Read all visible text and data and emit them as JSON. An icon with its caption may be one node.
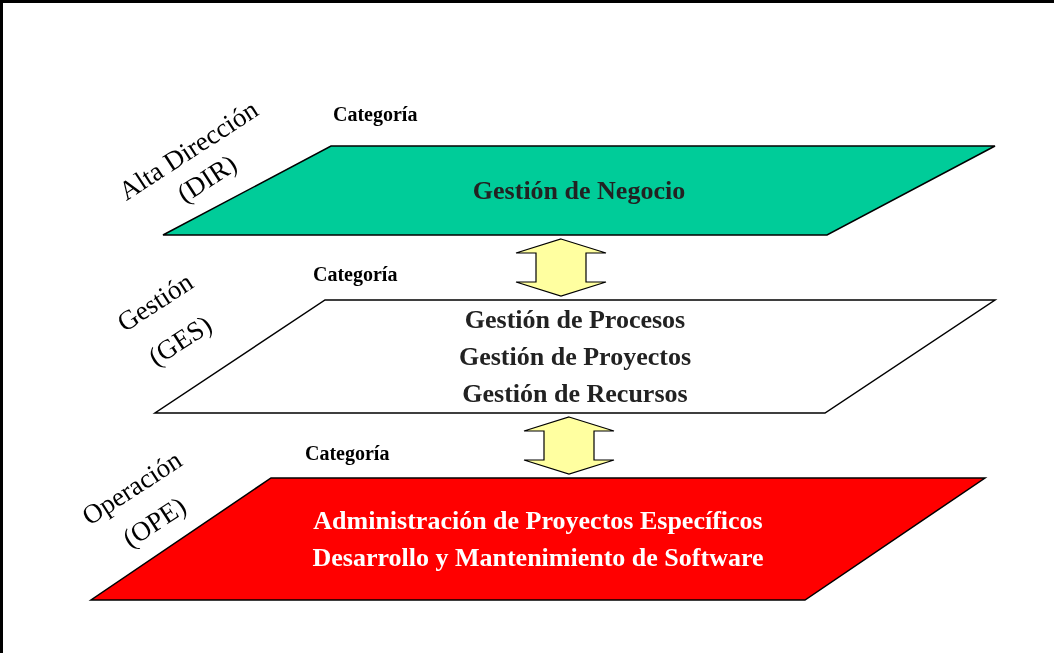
{
  "diagram": {
    "nodes": [
      {
        "text": [
          "Gestión de Negocio"
        ],
        "beside": [
          "Categoría",
          "Alta Dirección (DIR)"
        ]
      },
      {
        "text": [
          "Gestión de Procesos",
          "Gestión de Proyectos",
          "Gestión de Recursos"
        ],
        "beside": [
          "Categoría",
          "Gestión (GES)"
        ]
      },
      {
        "text": [
          "Administración de Proyectos Específicos",
          "Desarrollo y Mantenimiento de Software"
        ],
        "beside": [
          "Categoría",
          "Operación (OPE)"
        ]
      }
    ],
    "edges": [
      {
        "from": 0,
        "to": 1,
        "arrow": "both"
      },
      {
        "from": 1,
        "to": 2,
        "arrow": "both"
      }
    ]
  }
}
